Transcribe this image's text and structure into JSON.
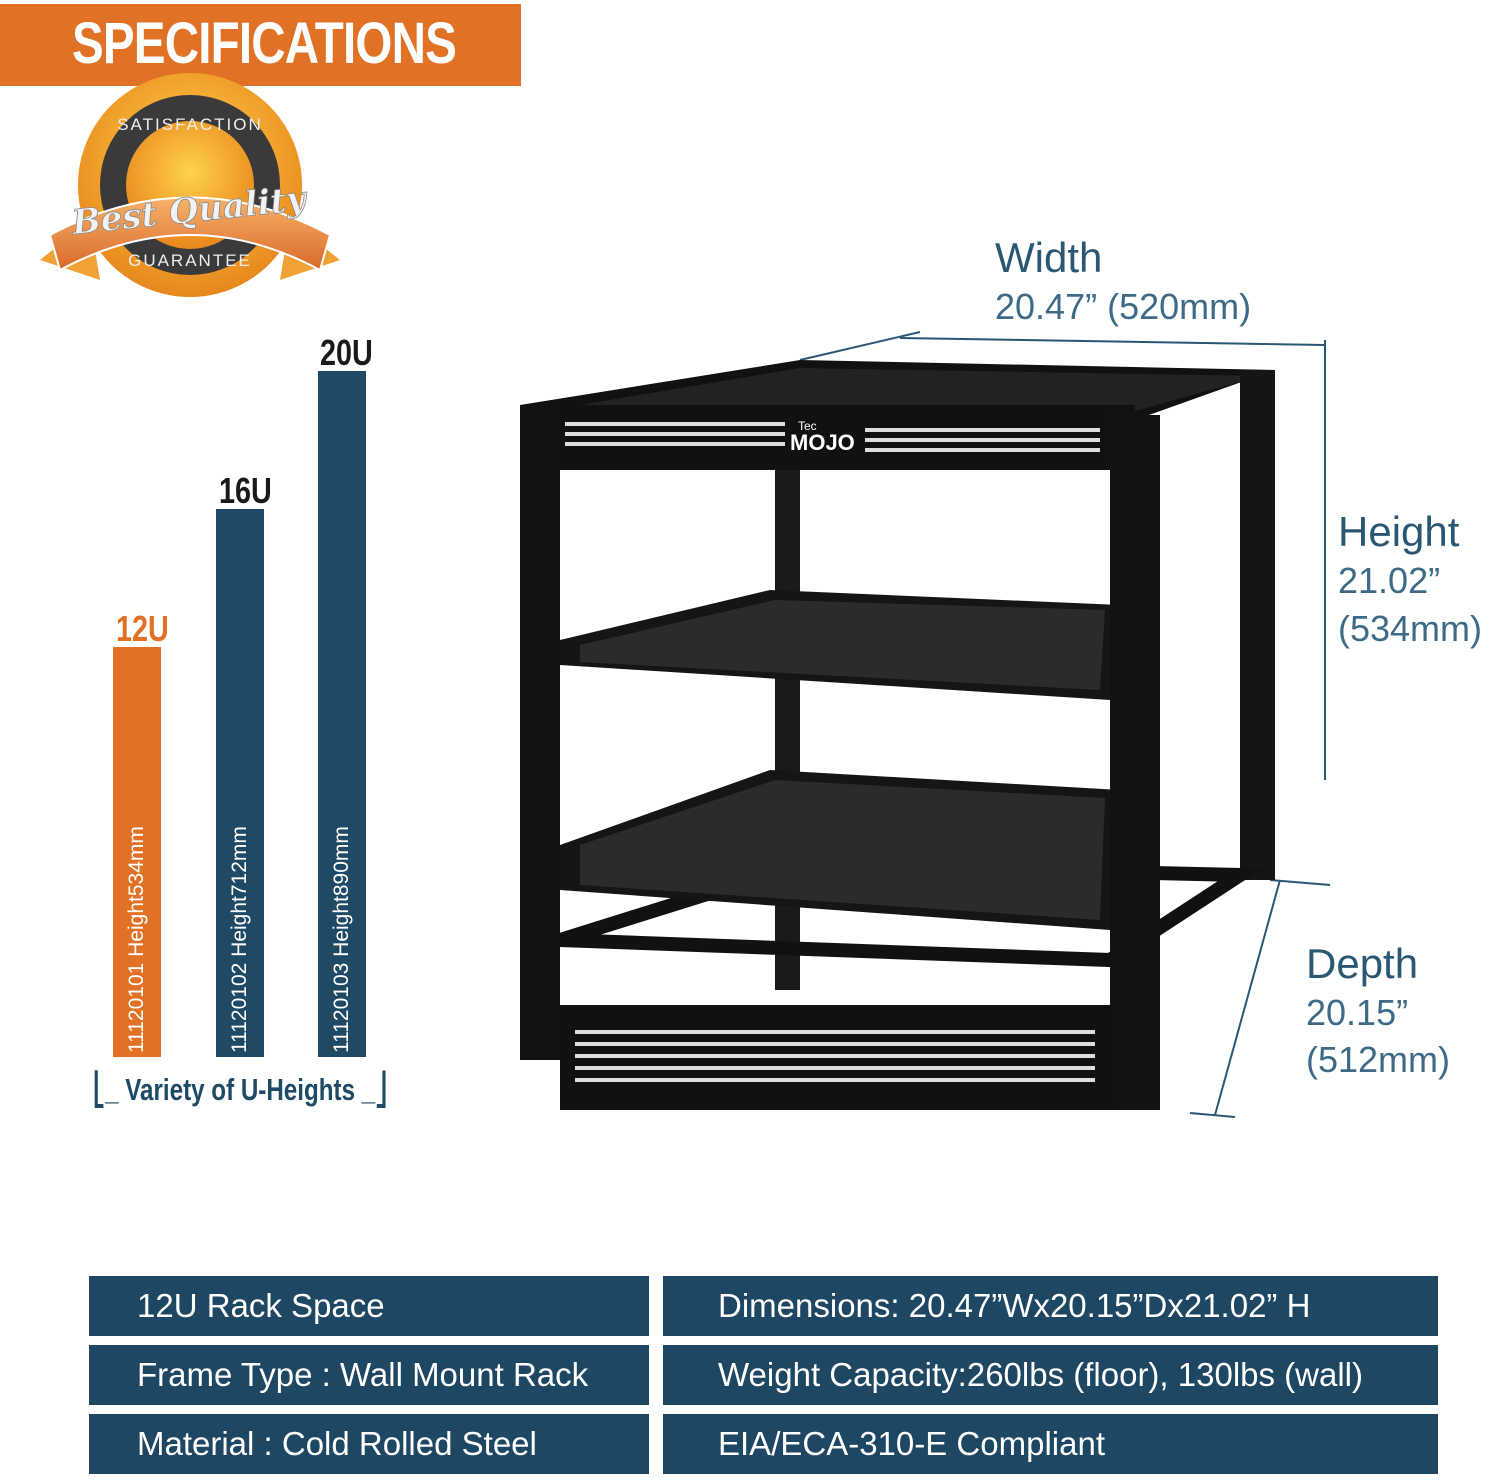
{
  "header": {
    "title": "SPECIFICATIONS"
  },
  "badge": {
    "top": "SATISFACTION",
    "middle": "Best Quality",
    "bottom": "GUARANTEE"
  },
  "colors": {
    "orange": "#e07125",
    "navy": "#1e4a66",
    "text_blue": "#2a5773"
  },
  "u_heights": {
    "caption": "Variety of U-Heights",
    "bars": [
      {
        "label": "12U",
        "text": "11120101  Height534mm",
        "height_mm": 534,
        "color": "#e07125"
      },
      {
        "label": "16U",
        "text": "11120102  Height712mm",
        "height_mm": 712,
        "color": "#1e4a66"
      },
      {
        "label": "20U",
        "text": "11120103  Height890mm",
        "height_mm": 890,
        "color": "#1e4a66"
      }
    ]
  },
  "product": {
    "brand_small": "Tec",
    "brand": "MOJO"
  },
  "dimensions": {
    "width": {
      "title": "Width",
      "value": "20.47” (520mm)"
    },
    "height": {
      "title": "Height",
      "value1": "21.02”",
      "value2": "(534mm)"
    },
    "depth": {
      "title": "Depth",
      "value1": "20.15”",
      "value2": "(512mm)"
    }
  },
  "specs": [
    "12U Rack Space",
    "Dimensions: 20.47”Wx20.15”Dx21.02” H",
    "Frame Type : Wall Mount Rack",
    "Weight Capacity:260lbs (floor), 130lbs (wall)",
    "Material : Cold Rolled Steel",
    "EIA/ECA-310-E Compliant"
  ]
}
